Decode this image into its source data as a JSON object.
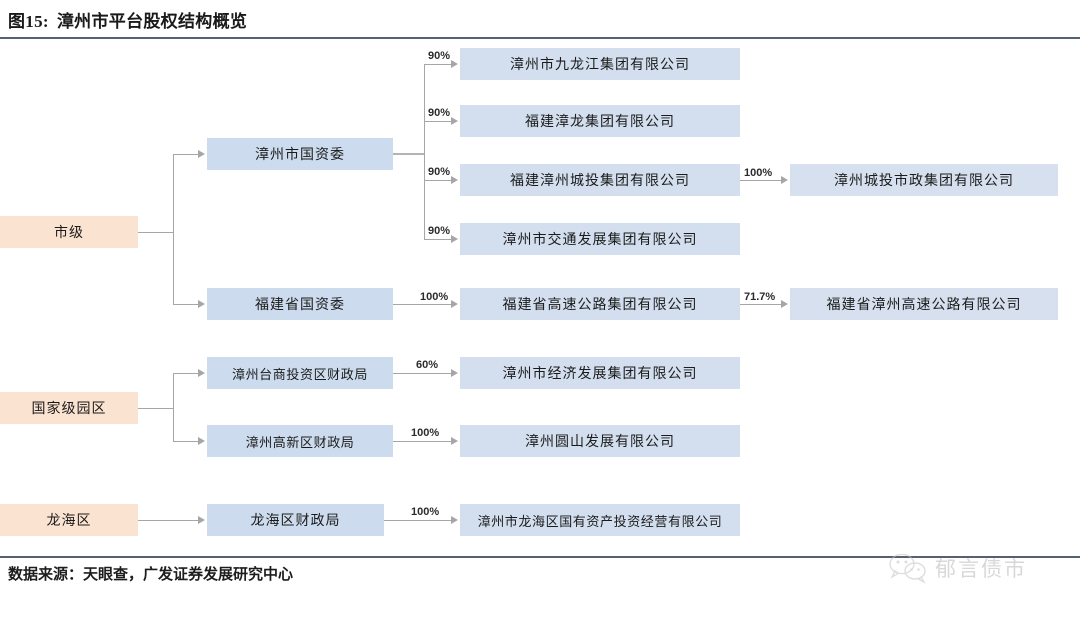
{
  "figure": {
    "number_label": "图15:",
    "title": "漳州市平台股权结构概览",
    "source": "数据来源：天眼查，广发证券发展研究中心"
  },
  "watermark": {
    "icon": "wechat-icon",
    "text": "郁言债市"
  },
  "colors": {
    "level_box": "#fbe3d2",
    "gov_box": "#ccdcee",
    "entity_box": "#d3dfef",
    "rule": "#55616e",
    "connector": "#a6a6a6"
  },
  "levels": [
    {
      "id": "city",
      "label": "市级"
    },
    {
      "id": "national_park",
      "label": "国家级园区"
    },
    {
      "id": "longhai",
      "label": "龙海区"
    }
  ],
  "owners": [
    {
      "id": "zz_sasac",
      "label": "漳州市国资委"
    },
    {
      "id": "fj_sasac",
      "label": "福建省国资委"
    },
    {
      "id": "taishang_fin",
      "label": "漳州台商投资区财政局"
    },
    {
      "id": "gaoxin_fin",
      "label": "漳州高新区财政局"
    },
    {
      "id": "longhai_fin",
      "label": "龙海区财政局"
    }
  ],
  "entities": [
    {
      "id": "jiulongjiang",
      "label": "漳州市九龙江集团有限公司",
      "stake": "90%"
    },
    {
      "id": "zhanglong",
      "label": "福建漳龙集团有限公司",
      "stake": "90%"
    },
    {
      "id": "chengtou",
      "label": "福建漳州城投集团有限公司",
      "stake": "90%"
    },
    {
      "id": "jiaotong",
      "label": "漳州市交通发展集团有限公司",
      "stake": "90%"
    },
    {
      "id": "gaosu",
      "label": "福建省高速公路集团有限公司",
      "stake": "100%"
    },
    {
      "id": "jingji",
      "label": "漳州市经济发展集团有限公司",
      "stake": "60%"
    },
    {
      "id": "yuanshan",
      "label": "漳州圆山发展有限公司",
      "stake": "100%"
    },
    {
      "id": "longhai_guozi",
      "label": "漳州市龙海区国有资产投资经营有限公司",
      "stake": "100%"
    }
  ],
  "subsidiaries": [
    {
      "id": "chengtou_shizheng",
      "label": "漳州城投市政集团有限公司",
      "stake": "100%"
    },
    {
      "id": "zz_gaosu",
      "label": "福建省漳州高速公路有限公司",
      "stake": "71.7%"
    }
  ],
  "chart_data": {
    "type": "diagram",
    "title": "漳州市平台股权结构概览",
    "nodes": [
      {
        "id": "city",
        "label": "市级",
        "tier": 0
      },
      {
        "id": "national_park",
        "label": "国家级园区",
        "tier": 0
      },
      {
        "id": "longhai",
        "label": "龙海区",
        "tier": 0
      },
      {
        "id": "zz_sasac",
        "label": "漳州市国资委",
        "tier": 1
      },
      {
        "id": "fj_sasac",
        "label": "福建省国资委",
        "tier": 1
      },
      {
        "id": "taishang_fin",
        "label": "漳州台商投资区财政局",
        "tier": 1
      },
      {
        "id": "gaoxin_fin",
        "label": "漳州高新区财政局",
        "tier": 1
      },
      {
        "id": "longhai_fin",
        "label": "龙海区财政局",
        "tier": 1
      },
      {
        "id": "jiulongjiang",
        "label": "漳州市九龙江集团有限公司",
        "tier": 2
      },
      {
        "id": "zhanglong",
        "label": "福建漳龙集团有限公司",
        "tier": 2
      },
      {
        "id": "chengtou",
        "label": "福建漳州城投集团有限公司",
        "tier": 2
      },
      {
        "id": "jiaotong",
        "label": "漳州市交通发展集团有限公司",
        "tier": 2
      },
      {
        "id": "gaosu",
        "label": "福建省高速公路集团有限公司",
        "tier": 2
      },
      {
        "id": "jingji",
        "label": "漳州市经济发展集团有限公司",
        "tier": 2
      },
      {
        "id": "yuanshan",
        "label": "漳州圆山发展有限公司",
        "tier": 2
      },
      {
        "id": "longhai_guozi",
        "label": "漳州市龙海区国有资产投资经营有限公司",
        "tier": 2
      },
      {
        "id": "chengtou_shizheng",
        "label": "漳州城投市政集团有限公司",
        "tier": 3
      },
      {
        "id": "zz_gaosu",
        "label": "福建省漳州高速公路有限公司",
        "tier": 3
      }
    ],
    "edges": [
      {
        "from": "city",
        "to": "zz_sasac",
        "label": ""
      },
      {
        "from": "city",
        "to": "fj_sasac",
        "label": ""
      },
      {
        "from": "zz_sasac",
        "to": "jiulongjiang",
        "label": "90%"
      },
      {
        "from": "zz_sasac",
        "to": "zhanglong",
        "label": "90%"
      },
      {
        "from": "zz_sasac",
        "to": "chengtou",
        "label": "90%"
      },
      {
        "from": "zz_sasac",
        "to": "jiaotong",
        "label": "90%"
      },
      {
        "from": "chengtou",
        "to": "chengtou_shizheng",
        "label": "100%"
      },
      {
        "from": "fj_sasac",
        "to": "gaosu",
        "label": "100%"
      },
      {
        "from": "gaosu",
        "to": "zz_gaosu",
        "label": "71.7%"
      },
      {
        "from": "national_park",
        "to": "taishang_fin",
        "label": ""
      },
      {
        "from": "national_park",
        "to": "gaoxin_fin",
        "label": ""
      },
      {
        "from": "taishang_fin",
        "to": "jingji",
        "label": "60%"
      },
      {
        "from": "gaoxin_fin",
        "to": "yuanshan",
        "label": "100%"
      },
      {
        "from": "longhai",
        "to": "longhai_fin",
        "label": ""
      },
      {
        "from": "longhai_fin",
        "to": "longhai_guozi",
        "label": "100%"
      }
    ]
  }
}
